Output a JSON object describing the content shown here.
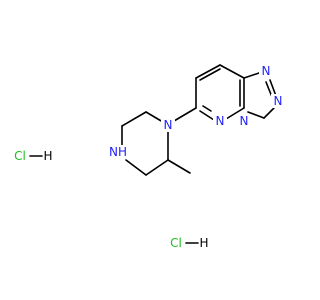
{
  "molecule": {
    "atoms": [
      {
        "id": "n_pip",
        "label": "N",
        "color": "#1f1fff"
      },
      {
        "id": "nh_pip",
        "label": "NH",
        "color": "#1f1fff"
      },
      {
        "id": "n_pyd_a",
        "label": "N",
        "color": "#1f1fff"
      },
      {
        "id": "n_pyd_b",
        "label": "N",
        "color": "#1f1fff"
      },
      {
        "id": "n_tri_a",
        "label": "N",
        "color": "#1f1fff"
      },
      {
        "id": "n_tri_b",
        "label": "N",
        "color": "#1f1fff"
      }
    ],
    "salts": [
      {
        "id": "hcl_1",
        "cl": "Cl",
        "h": "H",
        "cl_color": "#1fbf1f",
        "h_color": "#000000"
      },
      {
        "id": "hcl_2",
        "cl": "Cl",
        "h": "H",
        "cl_color": "#1fbf1f",
        "h_color": "#000000"
      }
    ]
  }
}
